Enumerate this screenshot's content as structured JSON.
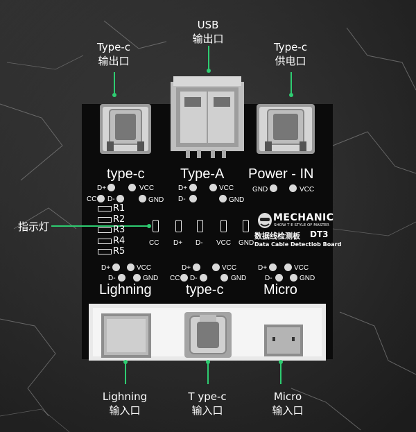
{
  "callouts": {
    "typec_out": [
      "Type-c",
      "输出口"
    ],
    "usb_out": [
      "USB",
      "输出口"
    ],
    "typec_power": [
      "Type-c",
      "供电口"
    ],
    "indicator": "指示灯",
    "lightning_in": [
      "Lighning",
      "输入口"
    ],
    "typec_in": [
      "T ype-c",
      "输入口"
    ],
    "micro_in": [
      "Micro",
      "输入口"
    ]
  },
  "top_headings": {
    "typec": "type-c",
    "typea": "Type-A",
    "power": "Power - IN"
  },
  "typec_top_pins": {
    "dplus": "D+",
    "vcc": "VCC",
    "cc": "CC",
    "dminus": "D-",
    "gnd": "GND"
  },
  "typea_pins": {
    "dplus": "D+",
    "vcc": "VCC",
    "dminus": "D-",
    "gnd": "GND"
  },
  "power_pins": {
    "gnd": "GND",
    "vcc": "VCC"
  },
  "resistors": [
    "R1",
    "R2",
    "R3",
    "R4",
    "R5"
  ],
  "leds": [
    "CC",
    "D+",
    "D-",
    "VCC",
    "GND"
  ],
  "brand": {
    "name": "MECHANIC",
    "slogan": "SHOW T E STYLE OF MASTER",
    "product_cn": "数据线检测板",
    "model": "DT3",
    "product_en": "Data Cable Detectiob Board"
  },
  "bottom_headings": {
    "lightning": "Lighning",
    "typec": "type-c",
    "micro": "Micro"
  },
  "lightning_pins": {
    "dplus": "D+",
    "vcc": "VCC",
    "dminus": "D-",
    "gnd": "GND"
  },
  "typec_bottom_pins": {
    "dplus": "D+",
    "vcc": "VCC",
    "cc": "CC",
    "dminus": "D-",
    "gnd": "GND"
  },
  "micro_pins": {
    "dplus": "D+",
    "vcc": "VCC",
    "dminus": "D-",
    "gnd": "GND"
  },
  "colors": {
    "accent": "#2ecc71",
    "board": "#0b0b0b",
    "text": "#ffffff"
  }
}
